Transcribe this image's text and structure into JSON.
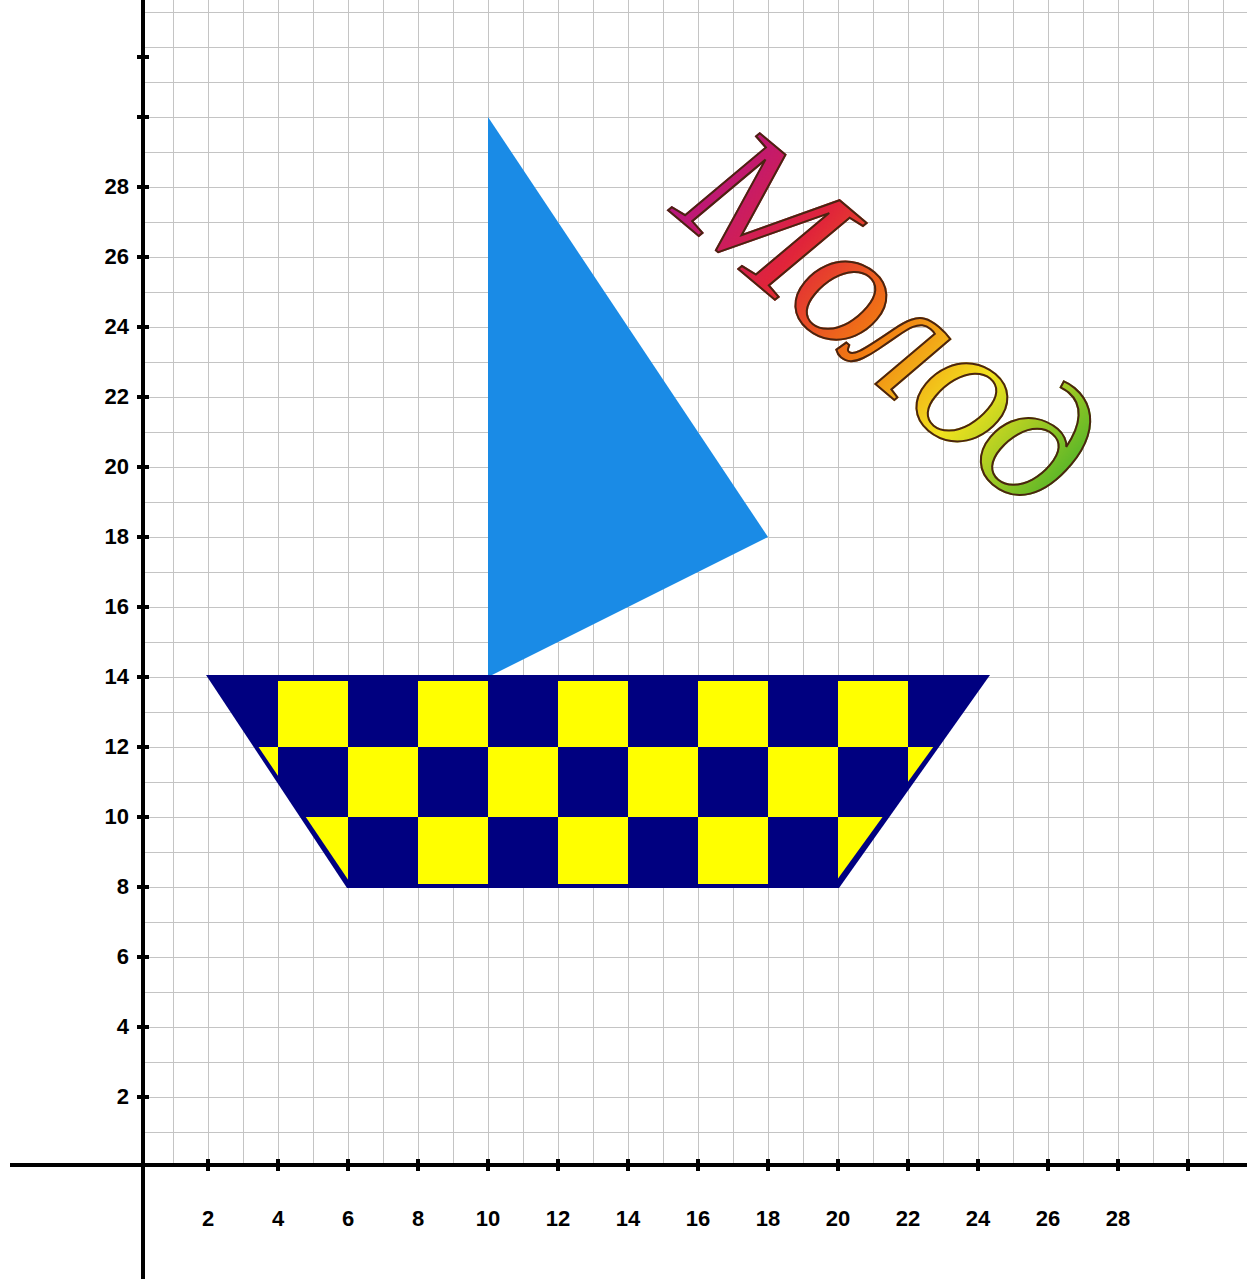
{
  "diagram": {
    "labels": [
      "Молод",
      "28",
      "26",
      "24",
      "22",
      "20",
      "18",
      "16",
      "14",
      "12",
      "10",
      "8",
      "6",
      "4",
      "2",
      "2",
      "4",
      "6",
      "8",
      "10",
      "12",
      "14",
      "16",
      "18",
      "20",
      "22",
      "24",
      "26",
      "28"
    ]
  }
}
